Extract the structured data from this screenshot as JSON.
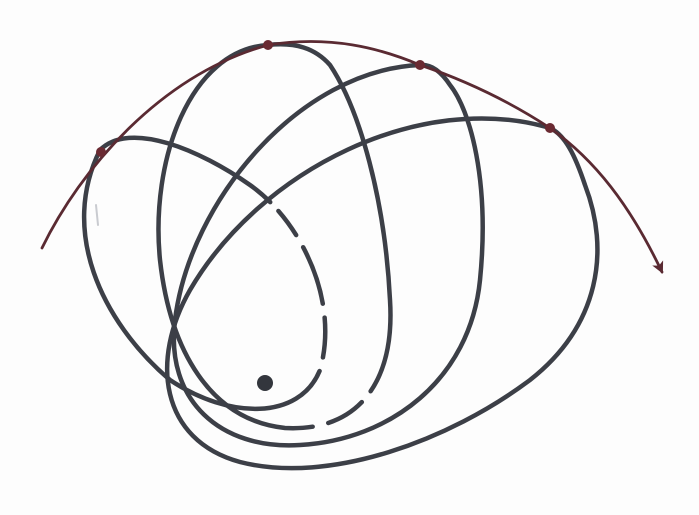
{
  "figure": {
    "colors": {
      "background": "#fdfdfd",
      "orbit_stroke": "#3c3f47",
      "envelope_stroke": "#5a2a32",
      "contact_point": "#6a2a32",
      "central_body": "#33363d"
    },
    "elements": {
      "envelope_curve": "envelope-curve-with-arrow",
      "orbits": [
        "orbit-1",
        "orbit-2",
        "orbit-3",
        "orbit-4"
      ],
      "contact_points": 4,
      "central_body": "filled-dot"
    }
  }
}
